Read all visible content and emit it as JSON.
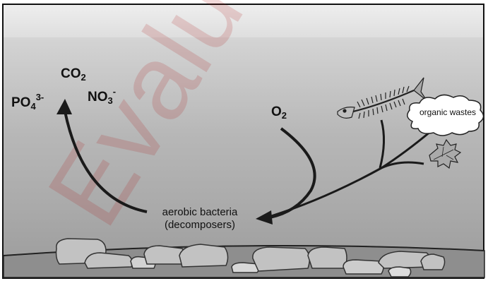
{
  "labels": {
    "co2": {
      "base": "CO",
      "sub": "2"
    },
    "po4": {
      "base": "PO",
      "sub": "4",
      "sup": "3-"
    },
    "no3": {
      "base": "NO",
      "sub": "3",
      "sup": "-"
    },
    "o2": {
      "base": "O",
      "sub": "2"
    },
    "bacteria_line1": "aerobic bacteria",
    "bacteria_line2": "(decomposers)",
    "organic_wastes": "organic wastes"
  },
  "watermark": "Evalua",
  "colors": {
    "sky": "#e6e6e6",
    "water_top": "#d4d4d4",
    "water_bottom": "#9a9a9a",
    "arrows": "#1a1a1a",
    "watermark": "#b01010",
    "rocks": "#bdbdbd"
  }
}
